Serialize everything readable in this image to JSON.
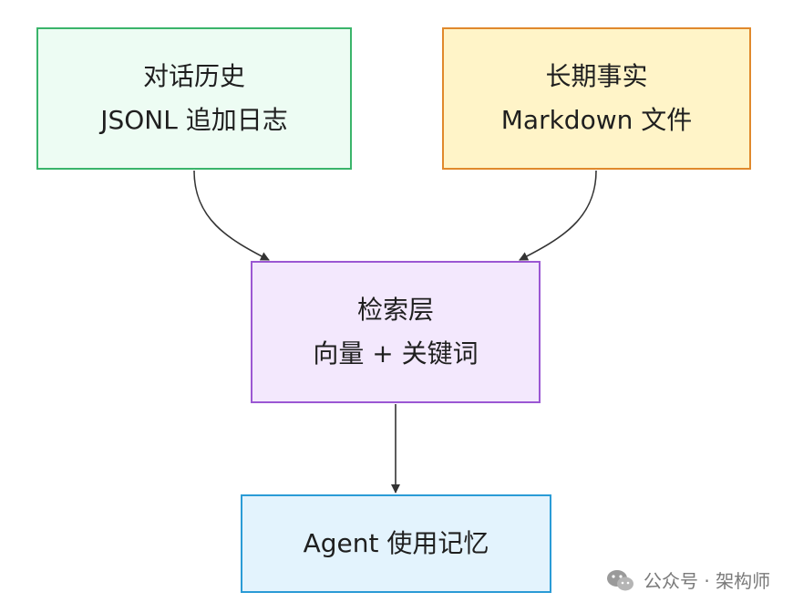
{
  "nodes": {
    "history": {
      "line1": "对话历史",
      "line2": "JSONL 追加日志",
      "fill": "#edfcf3",
      "border": "#3ab46a"
    },
    "facts": {
      "line1": "长期事实",
      "line2": "Markdown 文件",
      "fill": "#fff4c8",
      "border": "#e0892c"
    },
    "retrieval": {
      "line1": "检索层",
      "line2": "向量 + 关键词",
      "fill": "#f3e8fd",
      "border": "#9b57d3"
    },
    "agent": {
      "line1": "Agent 使用记忆",
      "fill": "#e3f3fd",
      "border": "#2a9bd6"
    }
  },
  "edges": [
    {
      "from": "history",
      "to": "retrieval"
    },
    {
      "from": "facts",
      "to": "retrieval"
    },
    {
      "from": "retrieval",
      "to": "agent"
    }
  ],
  "edge_color": "#333333",
  "watermark": {
    "icon": "wechat-icon",
    "text": "公众号 · 架构师"
  }
}
